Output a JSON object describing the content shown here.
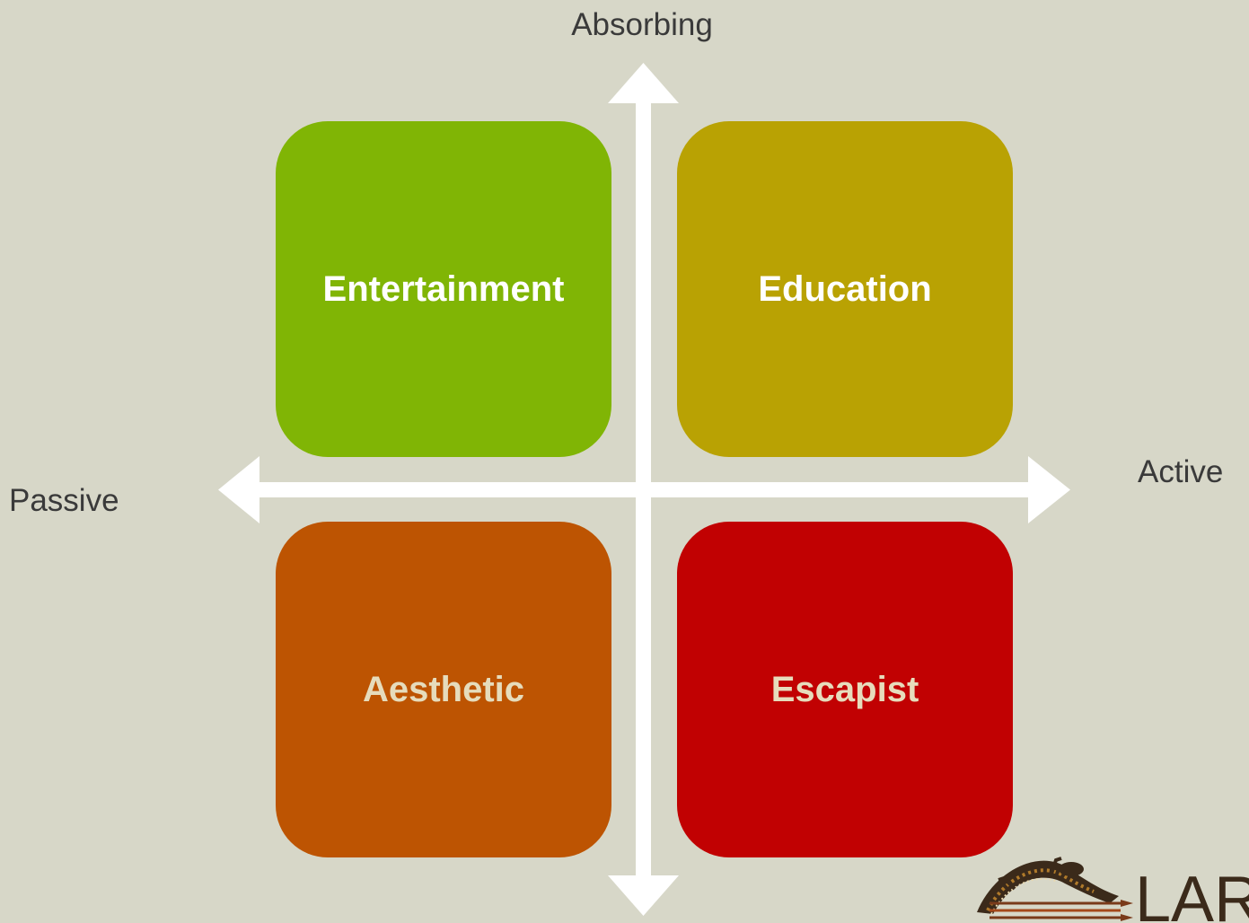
{
  "axes": {
    "top": "Absorbing",
    "left": "Passive",
    "right": "Active"
  },
  "quadrants": {
    "top_left": {
      "label": "Entertainment",
      "color": "#80b505",
      "text_color": "#ffffff"
    },
    "top_right": {
      "label": "Education",
      "color": "#b9a203",
      "text_color": "#ffffff"
    },
    "bottom_left": {
      "label": "Aesthetic",
      "color": "#bd5402",
      "text_color": "#e6dcbc"
    },
    "bottom_right": {
      "label": "Escapist",
      "color": "#c10102",
      "text_color": "#e6dcbc"
    }
  },
  "colors": {
    "background": "#d7d7c8",
    "axis_arrows": "#ffffff"
  },
  "logo": {
    "icon": "lizard-logo-icon",
    "text": "LAR"
  }
}
